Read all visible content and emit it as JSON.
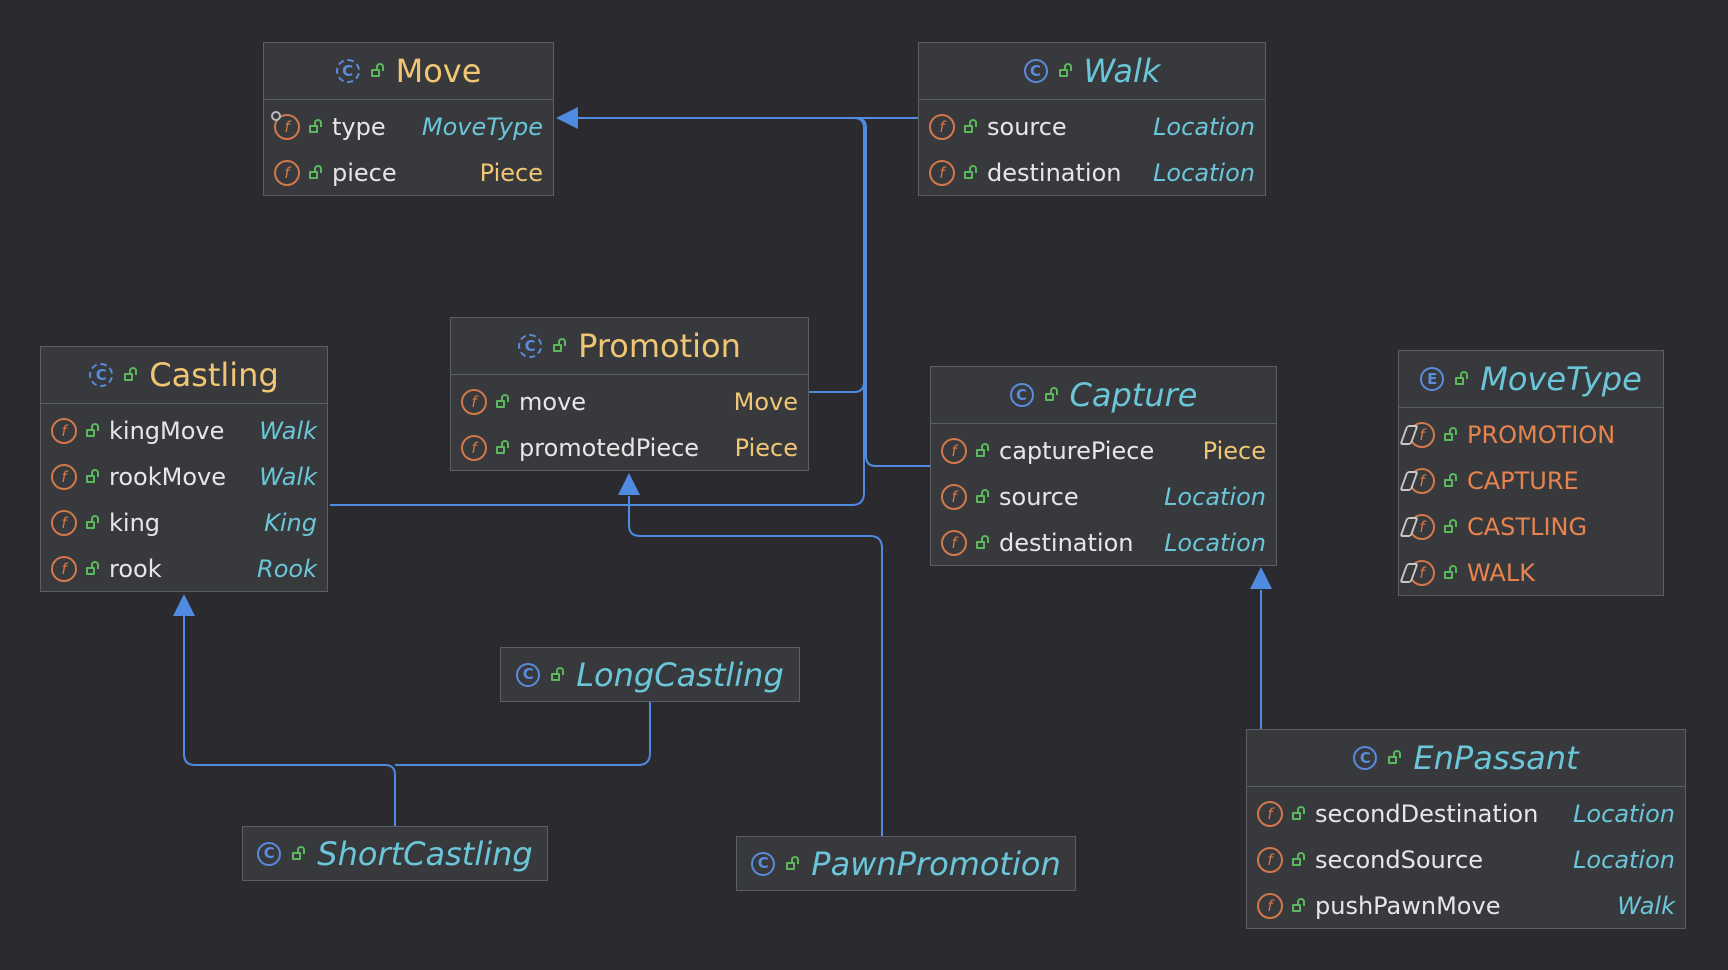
{
  "colors": {
    "background": "#2b2b2f",
    "node_fill": "#37393d",
    "edge": "#4f8be0",
    "class_title": "#f0c674",
    "italic_title": "#6ac6d8",
    "enum_constant": "#e8834e"
  },
  "icons": {
    "class": "class-icon",
    "abstract_class": "abstract-class-icon",
    "enum": "enum-icon",
    "field": "field-icon",
    "public": "unlock-icon"
  },
  "nodes": {
    "move": {
      "badge": "C",
      "title": "Move",
      "fields": [
        {
          "name": "type",
          "type": "MoveType"
        },
        {
          "name": "piece",
          "type": "Piece"
        }
      ]
    },
    "walk": {
      "badge": "C",
      "title": "Walk",
      "fields": [
        {
          "name": "source",
          "type": "Location"
        },
        {
          "name": "destination",
          "type": "Location"
        }
      ]
    },
    "promotion": {
      "badge": "C",
      "title": "Promotion",
      "fields": [
        {
          "name": "move",
          "type": "Move"
        },
        {
          "name": "promotedPiece",
          "type": "Piece"
        }
      ]
    },
    "castling": {
      "badge": "C",
      "title": "Castling",
      "fields": [
        {
          "name": "kingMove",
          "type": "Walk"
        },
        {
          "name": "rookMove",
          "type": "Walk"
        },
        {
          "name": "king",
          "type": "King"
        },
        {
          "name": "rook",
          "type": "Rook"
        }
      ]
    },
    "capture": {
      "badge": "C",
      "title": "Capture",
      "fields": [
        {
          "name": "capturePiece",
          "type": "Piece"
        },
        {
          "name": "source",
          "type": "Location"
        },
        {
          "name": "destination",
          "type": "Location"
        }
      ]
    },
    "movetype": {
      "badge": "E",
      "title": "MoveType",
      "constants": [
        "PROMOTION",
        "CAPTURE",
        "CASTLING",
        "WALK"
      ]
    },
    "longcastling": {
      "badge": "C",
      "title": "LongCastling"
    },
    "shortcastling": {
      "badge": "C",
      "title": "ShortCastling"
    },
    "pawnpromotion": {
      "badge": "C",
      "title": "PawnPromotion"
    },
    "enpassant": {
      "badge": "C",
      "title": "EnPassant",
      "fields": [
        {
          "name": "secondDestination",
          "type": "Location"
        },
        {
          "name": "secondSource",
          "type": "Location"
        },
        {
          "name": "pushPawnMove",
          "type": "Walk"
        }
      ]
    }
  },
  "field_icon_letter": "f"
}
